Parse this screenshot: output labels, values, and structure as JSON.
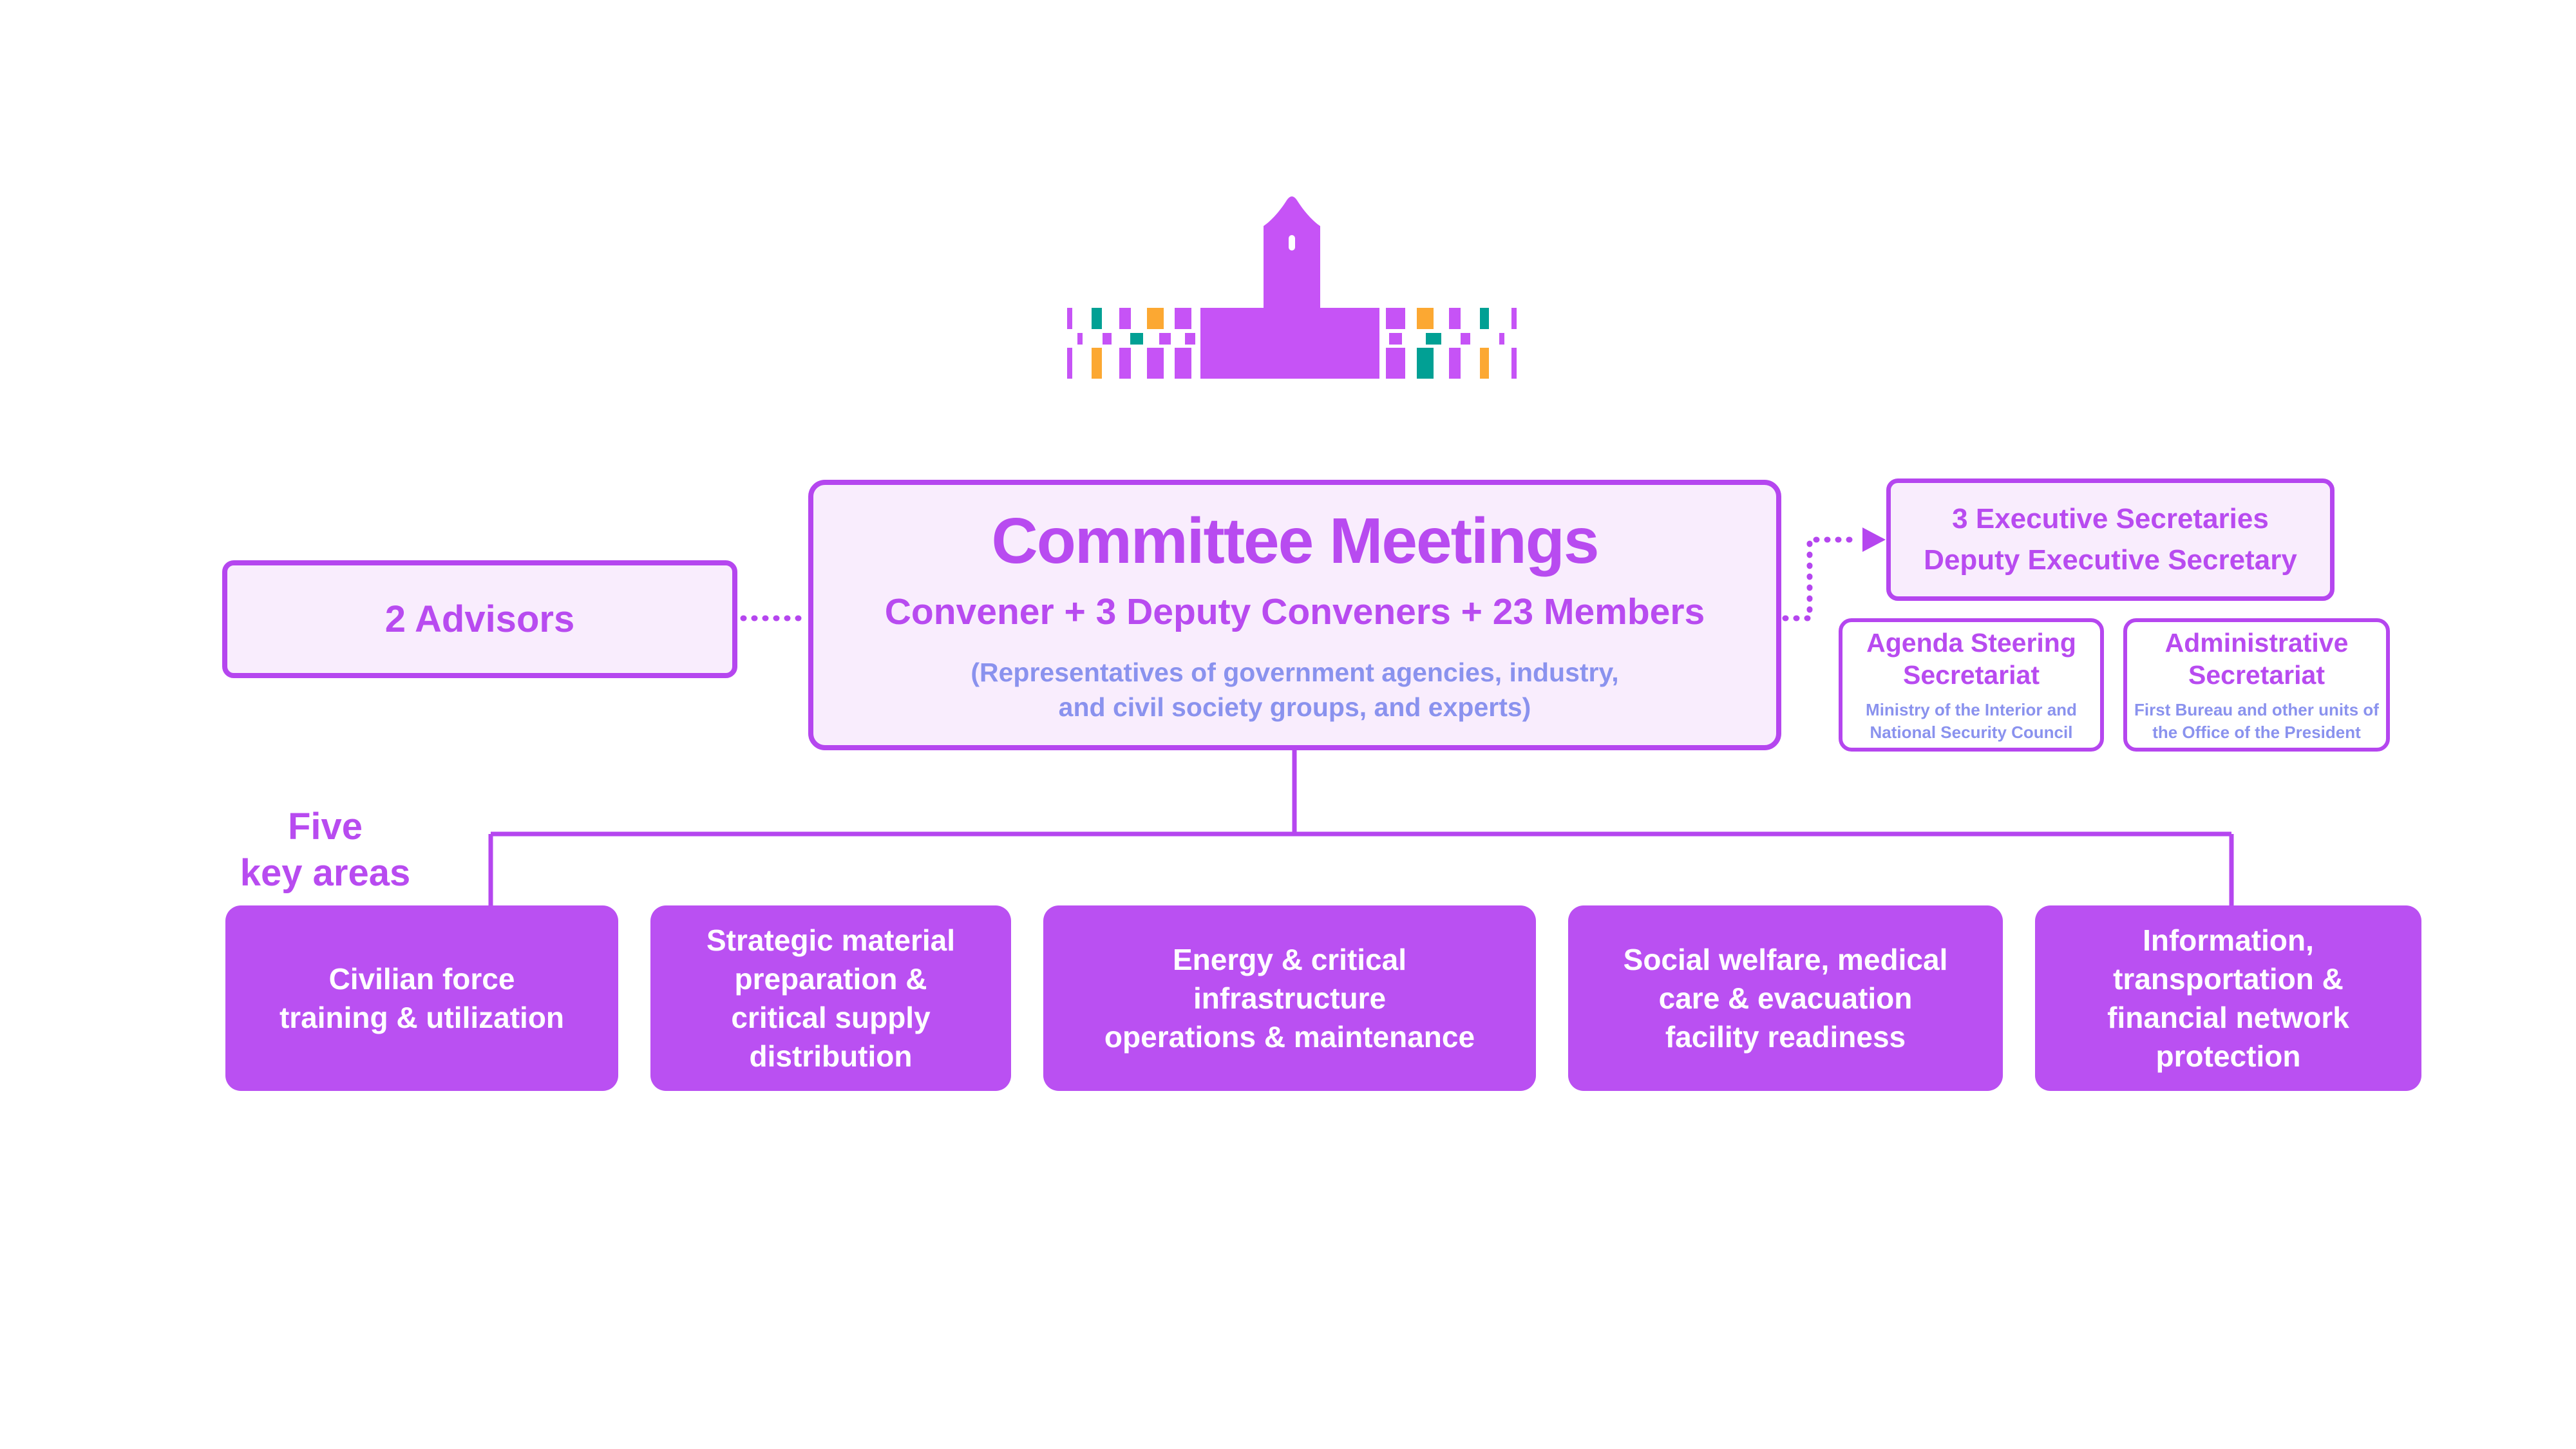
{
  "palette": {
    "purple": "#b546ef",
    "purple_text": "#b84bf0",
    "purple_bright": "#c653f6",
    "purple_box": "#ba50f2",
    "lavender": "#f9edfd",
    "periwinkle": "#8a92ee",
    "teal": "#01a094",
    "orange": "#fca832",
    "white": "#ffffff"
  },
  "logo": {
    "icon": "presidential-building-logo"
  },
  "committee_box": {
    "title": "Committee Meetings",
    "subtitle": "Convener + 3 Deputy Conveners + 23 Members",
    "note_lines": [
      "(Representatives of government agencies, industry,",
      "and civil society groups, and experts)"
    ]
  },
  "advisors_box": {
    "label": "2 Advisors"
  },
  "secretaries_box": {
    "lines": [
      "3 Executive Secretaries",
      "Deputy Executive Secretary"
    ]
  },
  "agenda_box": {
    "title_lines": [
      "Agenda Steering",
      "Secretariat"
    ],
    "note_lines": [
      "Ministry of the Interior and",
      "National Security Council"
    ]
  },
  "admin_box": {
    "title_lines": [
      "Administrative",
      "Secretariat"
    ],
    "note_lines": [
      "First Bureau and other units of",
      "the Office of the President"
    ]
  },
  "key_areas_label": {
    "lines": [
      "Five",
      "key areas"
    ]
  },
  "key_areas": [
    {
      "lines": [
        "Civilian force",
        "training & utilization"
      ]
    },
    {
      "lines": [
        "Strategic material",
        "preparation &",
        "critical supply",
        "distribution"
      ]
    },
    {
      "lines": [
        "Energy & critical",
        "infrastructure",
        "operations & maintenance"
      ]
    },
    {
      "lines": [
        "Social welfare, medical",
        "care & evacuation",
        "facility readiness"
      ]
    },
    {
      "lines": [
        "Information,",
        "transportation &",
        "financial network",
        "protection"
      ]
    }
  ]
}
